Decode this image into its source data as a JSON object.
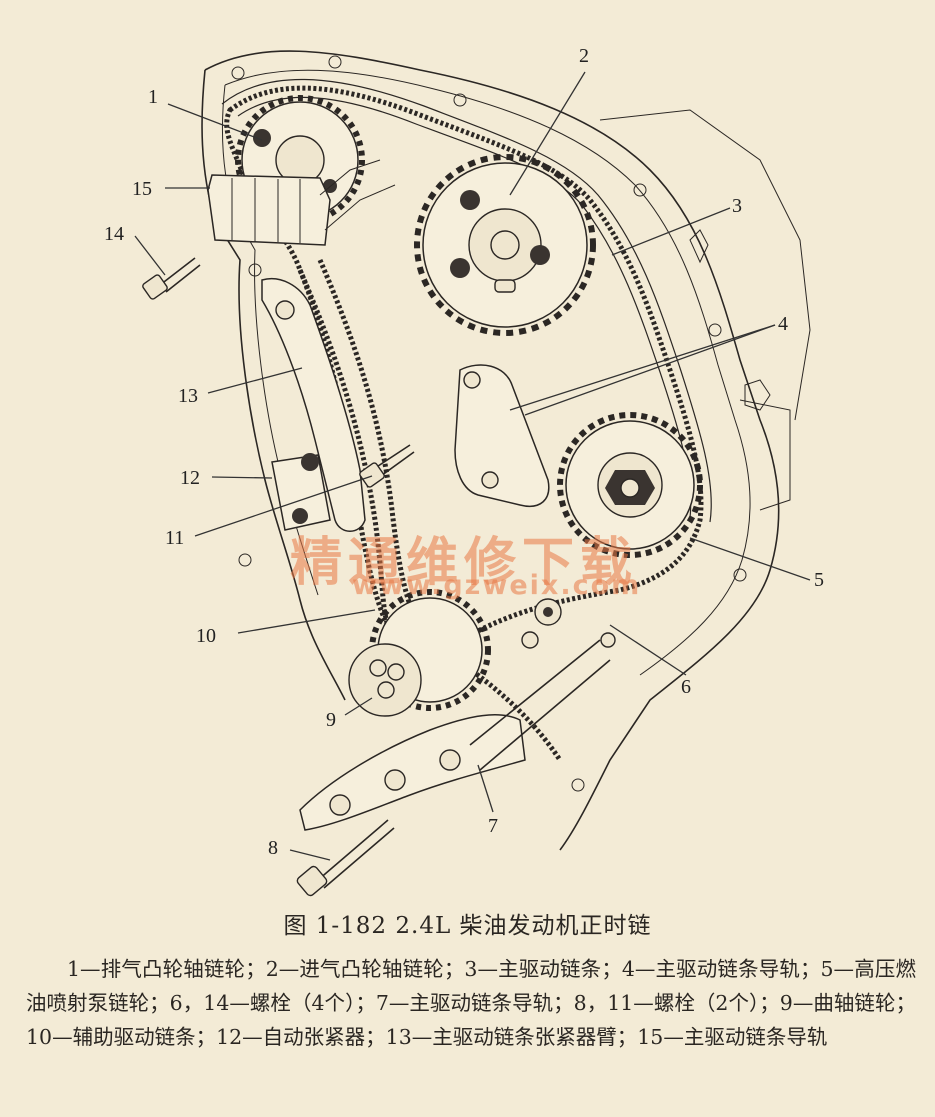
{
  "callouts": [
    {
      "id": "1",
      "label": "1"
    },
    {
      "id": "2",
      "label": "2"
    },
    {
      "id": "3",
      "label": "3"
    },
    {
      "id": "4",
      "label": "4"
    },
    {
      "id": "5",
      "label": "5"
    },
    {
      "id": "6",
      "label": "6"
    },
    {
      "id": "7",
      "label": "7"
    },
    {
      "id": "8",
      "label": "8"
    },
    {
      "id": "9",
      "label": "9"
    },
    {
      "id": "10",
      "label": "10"
    },
    {
      "id": "11",
      "label": "11"
    },
    {
      "id": "12",
      "label": "12"
    },
    {
      "id": "13",
      "label": "13"
    },
    {
      "id": "14",
      "label": "14"
    },
    {
      "id": "15",
      "label": "15"
    }
  ],
  "watermark": {
    "text": "精通维修下载",
    "url": "www.gzweix.com"
  },
  "figure": {
    "caption": "图 1-182   2.4L 柴油发动机正时链",
    "legend": "1—排气凸轮轴链轮；2—进气凸轮轴链轮；3—主驱动链条；4—主驱动链条导轨；5—高压燃油喷射泵链轮；6，14—螺栓（4个）；7—主驱动链条导轨；8，11—螺栓（2个）；9—曲轴链轮；10—辅助驱动链条；12—自动张紧器；13—主驱动链条张紧器臂；15—主驱动链条导轨"
  }
}
